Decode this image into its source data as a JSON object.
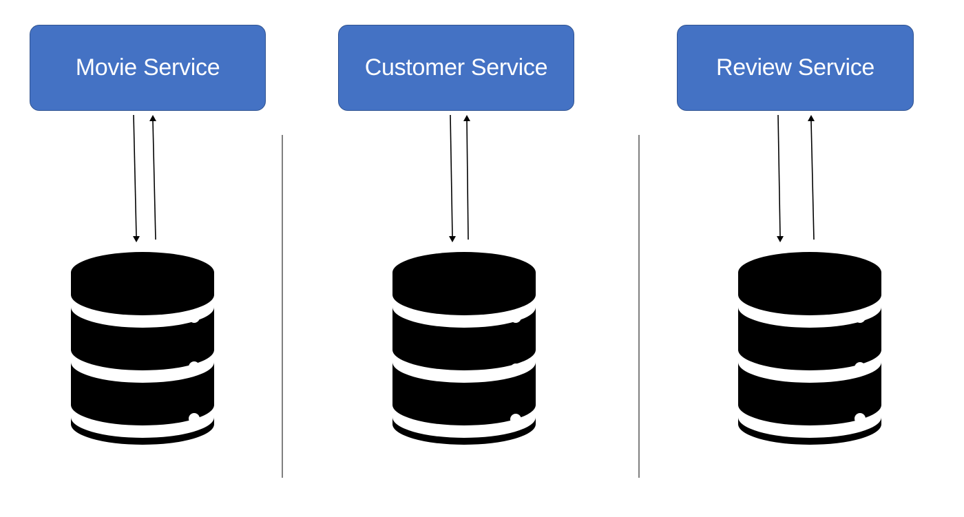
{
  "colors": {
    "service_fill": "#4472c4",
    "database_fill": "#000000",
    "database_detail": "#ffffff",
    "arrow": "#000000",
    "divider": "#7f7f7f"
  },
  "services": [
    {
      "label": "Movie Service",
      "icon": "database-icon"
    },
    {
      "label": "Customer Service",
      "icon": "database-icon"
    },
    {
      "label": "Review Service",
      "icon": "database-icon"
    }
  ]
}
